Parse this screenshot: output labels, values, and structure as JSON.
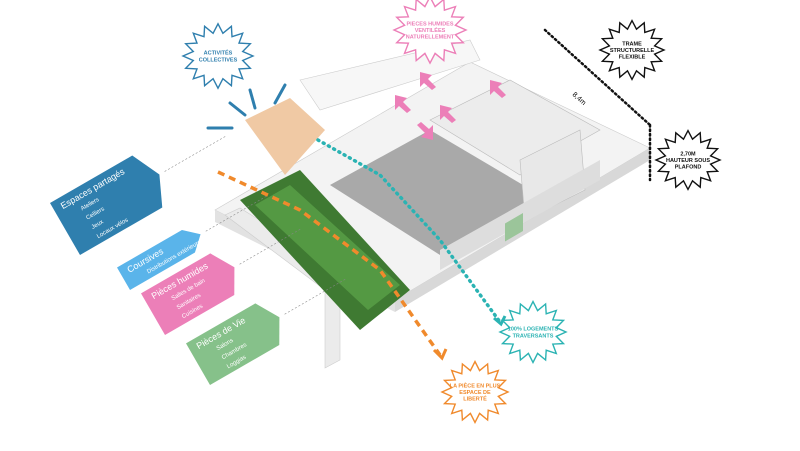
{
  "colors": {
    "blue": "#2f7fae",
    "light_blue": "#5ab4ea",
    "pink": "#ec7fb8",
    "green": "#86c18a",
    "orange": "#f08a2c",
    "teal": "#2bb3b3",
    "black": "#111111"
  },
  "bursts": [
    {
      "id": "activites",
      "lines": [
        "ACTIVITÉS",
        "COLLECTIVES"
      ],
      "color": "#2f7fae"
    },
    {
      "id": "pieces-humides",
      "lines": [
        "PIECES HUMIDES",
        "VENTILÉES",
        "NATURELLEMENT"
      ],
      "color": "#ec7fb8"
    },
    {
      "id": "trame",
      "lines": [
        "TRAME",
        "STRUCTURELLE",
        "FLEXIBLE"
      ],
      "color": "#111111"
    },
    {
      "id": "hauteur",
      "lines": [
        "2,70M",
        "HAUTEUR SOUS",
        "PLAFOND"
      ],
      "color": "#111111"
    },
    {
      "id": "traversants",
      "lines": [
        "100% LOGEMENTS",
        "TRAVERSANTS"
      ],
      "color": "#2bb3b3"
    },
    {
      "id": "piece-en-plus",
      "lines": [
        "LA PIÈCE EN PLUS",
        "ESPACE DE",
        "LIBERTÉ"
      ],
      "color": "#f08a2c"
    }
  ],
  "tags": [
    {
      "title": "Espaces partagés",
      "items": [
        "Ateliers",
        "Celliers",
        "Jeux",
        "Locaux vélos"
      ],
      "color": "#2f7fae"
    },
    {
      "title": "Coursives",
      "items": [
        "Distributions extérieures"
      ],
      "color": "#5ab4ea"
    },
    {
      "title": "Pièces humides",
      "items": [
        "Salles de bain",
        "Sanitaires",
        "Cuisines"
      ],
      "color": "#ec7fb8"
    },
    {
      "title": "Pièces de Vie",
      "items": [
        "Salons",
        "Chambres",
        "Loggias"
      ],
      "color": "#86c18a"
    }
  ],
  "dimension": {
    "label": "8,4m"
  }
}
